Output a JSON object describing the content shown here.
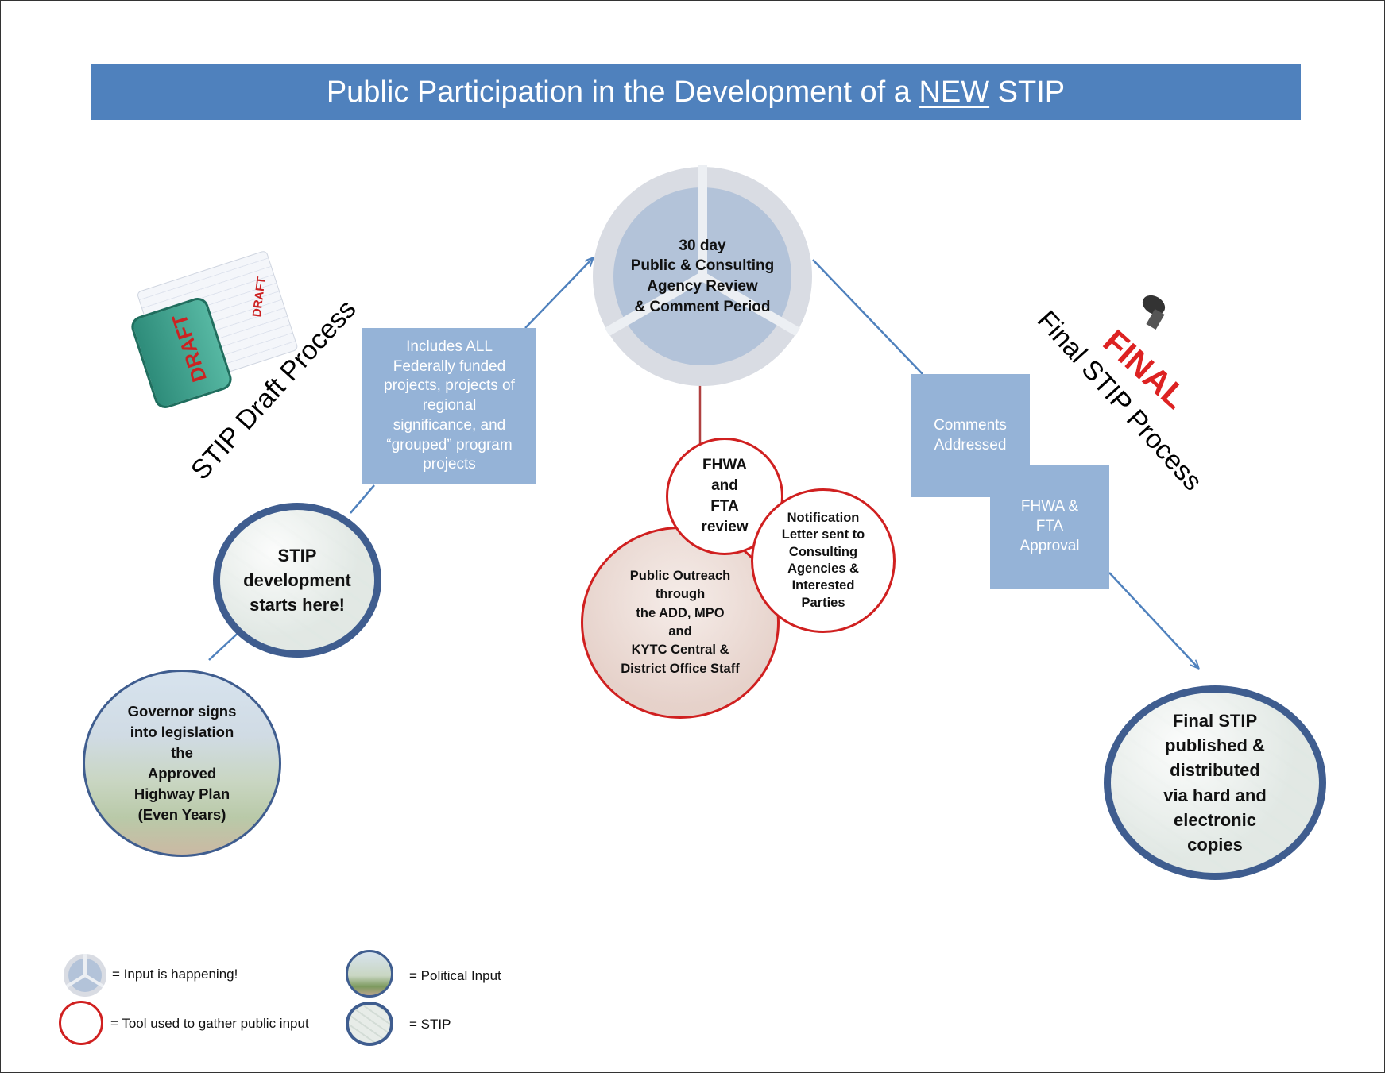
{
  "title": {
    "prefix": "Public Participation in the Development of a ",
    "emphasis": "NEW",
    "suffix": " STIP"
  },
  "draft": {
    "heading": "STIP Draft Process",
    "stamp_text": "DRAFT"
  },
  "final": {
    "heading": "Final STIP Process",
    "stamp_text": "FINAL"
  },
  "review_cycle": {
    "lines": [
      "30 day",
      "Public & Consulting",
      "Agency Review",
      "& Comment Period"
    ]
  },
  "includes_box": {
    "lines": [
      "Includes ALL",
      "Federally funded",
      "projects, projects of",
      "regional",
      "significance, and",
      "“grouped” program",
      "projects"
    ]
  },
  "comments_box": {
    "lines": [
      "Comments",
      "Addressed"
    ]
  },
  "approval_box": {
    "lines": [
      "FHWA &",
      "FTA",
      "Approval"
    ]
  },
  "fhwa_review": {
    "lines": [
      "FHWA",
      "and",
      "FTA",
      "review"
    ]
  },
  "notification": {
    "lines": [
      "Notification",
      "Letter sent to",
      "Consulting",
      "Agencies &",
      "Interested",
      "Parties"
    ]
  },
  "public_outreach": {
    "lines": [
      "Public Outreach",
      "through",
      "the ADD, MPO",
      "and",
      "KYTC Central &",
      "District Office Staff"
    ]
  },
  "stip_start": {
    "lines": [
      "STIP",
      "development",
      "starts here!"
    ]
  },
  "governor": {
    "lines": [
      "Governor signs",
      "into legislation",
      "the",
      "Approved",
      "Highway Plan",
      "(Even Years)"
    ]
  },
  "final_stip": {
    "lines": [
      "Final STIP",
      "published &",
      "distributed",
      "via hard and",
      "electronic",
      "copies"
    ]
  },
  "legend": {
    "input": "= Input is happening!",
    "tool": "= Tool used to gather public input",
    "political": "= Political Input",
    "stip": "= STIP"
  },
  "colors": {
    "title_bar": "#4f81bd",
    "box_fill": "#95b3d7",
    "stip_border": "#3f5d8f",
    "tool_border": "#d02020",
    "arrow": "#4f81bd"
  }
}
